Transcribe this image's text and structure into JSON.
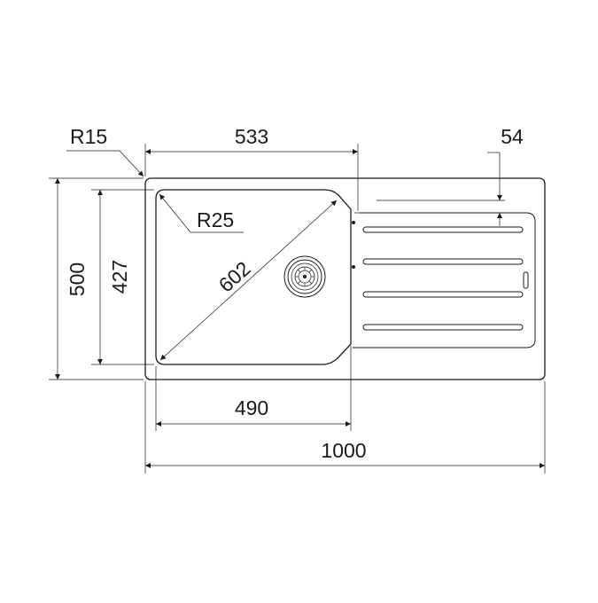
{
  "drawing": {
    "labels": {
      "outer_radius": "R15",
      "bowl_width": "533",
      "drainer_offset": "54",
      "bowl_radius": "R25",
      "bowl_diagonal": "602",
      "overall_depth": "500",
      "bowl_depth": "427",
      "bowl_inner_width": "490",
      "overall_width": "1000"
    },
    "colors": {
      "line": "#1a1a1a",
      "background": "#ffffff"
    },
    "icons": {
      "waste": "drain-strainer-icon"
    },
    "drainer_grooves": 4
  }
}
